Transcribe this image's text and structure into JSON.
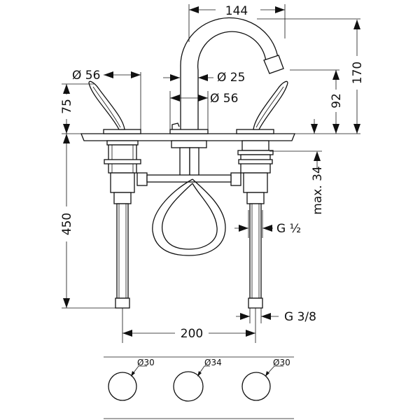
{
  "dimensions": {
    "spout_reach": "144",
    "total_height": "170",
    "spout_height": "92",
    "handle_height": "75",
    "hose_length": "450",
    "handle_base_diameter": "Ø 56",
    "spout_diameter": "Ø 25",
    "spout_base_diameter": "Ø 56",
    "max_deck_thickness": "max. 34",
    "inlet_thread": "G ½",
    "connection_thread": "G 3/8",
    "valve_spacing": "200",
    "hole_left": "Ø30",
    "hole_center": "Ø34",
    "hole_right": "Ø30"
  }
}
